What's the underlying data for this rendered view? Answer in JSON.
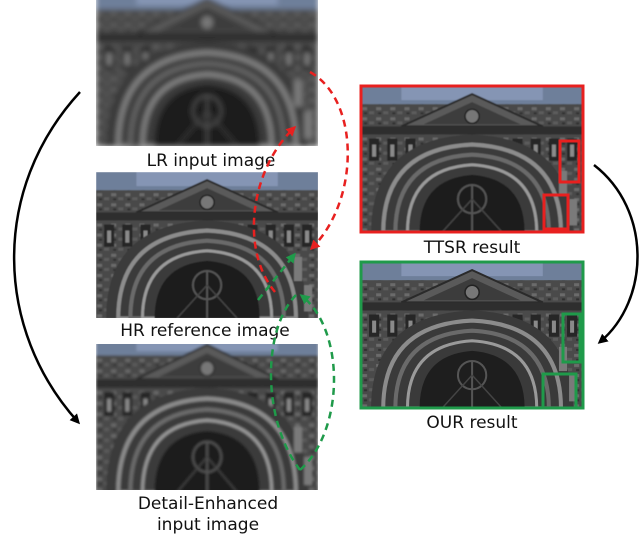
{
  "panels": {
    "lr": {
      "caption": "LR input image"
    },
    "hr": {
      "caption": "HR reference image"
    },
    "de": {
      "caption_line1": "Detail-Enhanced",
      "caption_line2": "input image"
    },
    "ttsr": {
      "caption": "TTSR result",
      "frame_color": "#e8201f"
    },
    "ours": {
      "caption": "OUR result",
      "frame_color": "#1f9a4a"
    }
  },
  "arrows": {
    "process_color": "#000000",
    "ttsr_match_color": "#e8201f",
    "our_match_color": "#1f9a4a"
  }
}
